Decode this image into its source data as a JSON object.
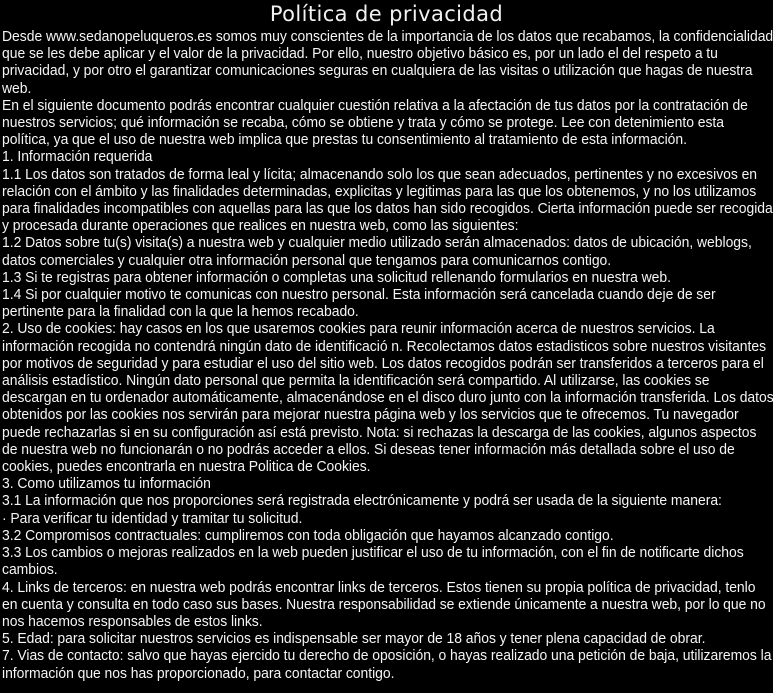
{
  "page": {
    "background_color": "#000000",
    "text_color": "#ffffff",
    "title": "Política de privacidad"
  },
  "document": {
    "paragraphs": [
      "Desde www.sedanopeluqueros.es somos muy conscientes de la importancia de los datos que recabamos, la confidencialidad que se les debe aplicar y el valor de la privacidad. Por ello, nuestro objetivo básico es, por un lado el del respeto a tu privacidad, y por otro el garantizar comunicaciones seguras en cualquiera de las visitas o utilización que hagas de nuestra web.",
      "En el siguiente documento podrás encontrar cualquier cuestión relativa a la afectación de tus datos por la contratación de nuestros servicios; qué información se recaba, cómo se obtiene y trata y cómo se protege. Lee con detenimiento esta política, ya que el uso de nuestra web implica que prestas tu consentimiento al tratamiento de esta información.",
      "1. Información requerida",
      "1.1 Los datos son tratados de forma leal y lícita; almacenando solo los que sean adecuados, pertinentes y no excesivos en relación con el ámbito y las finalidades determinadas, explicitas y legitimas para las que los obtenemos, y no los utilizamos para finalidades incompatibles con aquellas para las que los datos han sido recogidos. Cierta información puede ser recogida y procesada durante operaciones que realices en nuestra web, como las siguientes:",
      "1.2 Datos sobre tu(s) visita(s) a nuestra web y cualquier medio utilizado serán almacenados: datos de ubicación, weblogs, datos comerciales y cualquier otra información personal que tengamos para comunicarnos contigo.",
      "1.3 Si te registras para obtener información o completas una solicitud rellenando formularios en nuestra web.",
      "1.4 Si por cualquier motivo te comunicas con nuestro personal. Esta información será cancelada cuando deje de ser pertinente para la finalidad con la que la hemos recabado.",
      "2. Uso de cookies: hay casos en los que usaremos cookies para reunir información acerca de nuestros servicios. La información recogida no contendrá ningún dato de identificació n. Recolectamos datos estadisticos sobre nuestros visitantes por motivos de seguridad y para estudiar el uso del sitio web. Los datos recogidos podrán ser transferidos a terceros para el análisis estadístico. Ningún dato personal que permita la identificación será compartido. Al utilizarse, las cookies se descargan en tu ordenador automáticamente, almacenándose en el disco duro junto con la información transferida. Los datos obtenidos por las cookies nos servirán para mejorar nuestra página web y los servicios que te ofrecemos. Tu navegador puede rechazarlas si en su configuración así está previsto. Nota: si rechazas la descarga de las cookies, algunos aspectos de nuestra web no funcionarán o no podrás acceder a ellos. Si deseas tener información más detallada sobre el uso de cookies, puedes encontrarla en nuestra Politica de Cookies.",
      "3. Como utilizamos tu información",
      "3.1 La información que nos proporciones será registrada electrónicamente y podrá ser usada de la siguiente manera:",
      "· Para verificar tu identidad y tramitar tu solicitud.",
      "3.2 Compromisos contractuales: cumpliremos con toda obligación que hayamos alcanzado contigo.",
      "3.3 Los cambios o mejoras realizados en la web pueden justificar el uso de tu información, con el fin de notificarte dichos cambios.",
      "4. Links de terceros: en nuestra web podrás encontrar links de terceros. Estos tienen su propia política de privacidad, tenlo en cuenta y consulta en todo caso sus bases. Nuestra responsabilidad se extiende únicamente a nuestra web, por lo que no nos hacemos responsables de estos links.",
      "5. Edad: para solicitar nuestros servicios es indispensable ser mayor de 18 años y tener plena capacidad de obrar.",
      "7. Vias de contacto: salvo que hayas ejercido tu derecho de oposición, o hayas realizado una petición de baja, utilizaremos la información que nos has proporcionado, para contactar contigo."
    ]
  }
}
